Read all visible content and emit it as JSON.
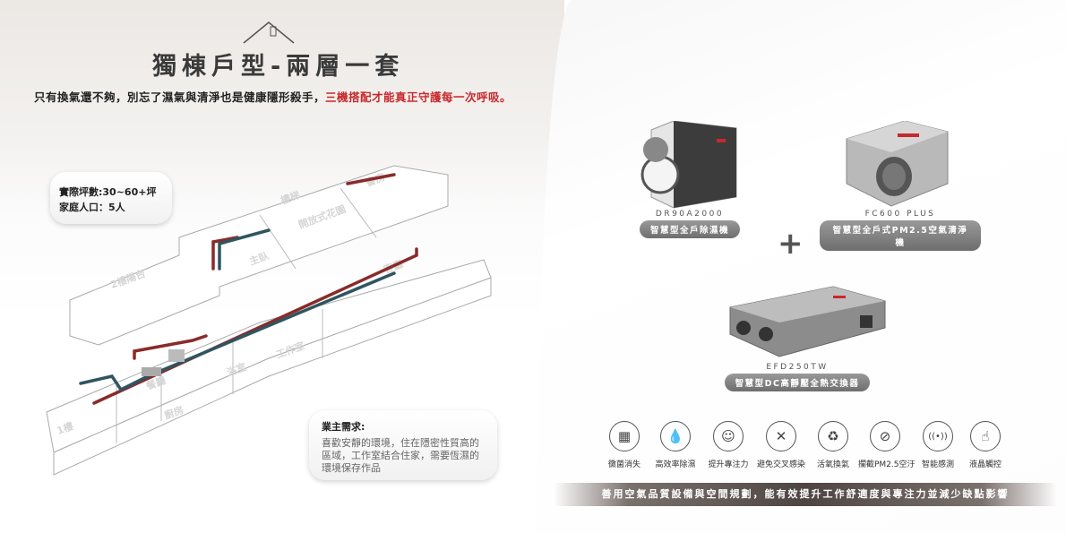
{
  "header": {
    "title": "獨棟戶型-兩層一套",
    "subtitle_plain": "只有換氣還不夠，別忘了濕氣與清淨也是健康隱形殺手，",
    "subtitle_highlight": "三機搭配才能真正守護每一次呼吸。"
  },
  "info": {
    "area": "實際坪數:30~60+坪",
    "family": "家庭人口：5人"
  },
  "owner": {
    "heading": "業主需求:",
    "text": "喜歡安靜的環境，住在隱密性質高的區域，工作室結合住家，需要恆濕的環境保存作品"
  },
  "rooms": [
    "2樓陽台",
    "樓梯",
    "開放式花園",
    "主臥",
    "書房",
    "客廳",
    "工作室",
    "浴室",
    "餐廳",
    "廚房",
    "1樓"
  ],
  "products": [
    {
      "model": "DR90A2000",
      "name": "智慧型全戶除濕機"
    },
    {
      "model": "FC600 PLUS",
      "name": "智慧型全戶式PM2.5空氣清淨機"
    },
    {
      "model": "EFD250TW",
      "name": "智慧型DC高靜壓全熱交換器"
    }
  ],
  "plus": "+",
  "features": [
    {
      "label": "黴菌消失",
      "icon": "mold-icon",
      "glyph": "▦"
    },
    {
      "label": "高效率除濕",
      "icon": "water-drop-icon",
      "glyph": "💧"
    },
    {
      "label": "提升專注力",
      "icon": "head-brain-icon",
      "glyph": "☺"
    },
    {
      "label": "避免交叉感染",
      "icon": "virus-shield-icon",
      "glyph": "✕"
    },
    {
      "label": "活氧換氣",
      "icon": "leaf-cycle-icon",
      "glyph": "♻"
    },
    {
      "label": "攔截PM2.5空汙",
      "icon": "particle-block-icon",
      "glyph": "⊘"
    },
    {
      "label": "智能感測",
      "icon": "sensor-wave-icon",
      "glyph": "((•))"
    },
    {
      "label": "液晶觸控",
      "icon": "touch-phone-icon",
      "glyph": "☝"
    }
  ],
  "banner": "善用空氣品質設備與空間規劃，能有效提升工作舒適度與專注力並減少缺點影響",
  "colors": {
    "accent": "#c8282c",
    "supply_duct": "#8a2a2a",
    "return_duct": "#2f5560"
  }
}
